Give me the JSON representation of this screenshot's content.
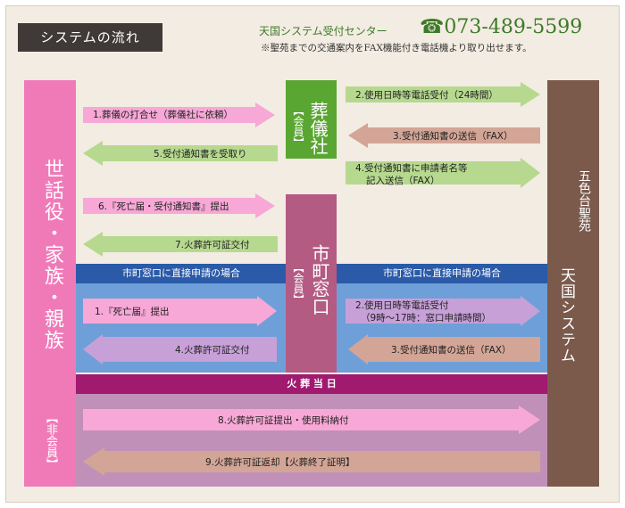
{
  "header": {
    "title": "システムの流れ",
    "center_name": "天国システム受付センター",
    "phone_icon": "telephone-icon",
    "phone": "073-489-5599",
    "note": "※聖苑までの交通案内をFAX機能付き電話機より取り出せます。"
  },
  "columns": {
    "family": {
      "title": "世話役・家族・親族",
      "sub": "【非会員】"
    },
    "funeral": {
      "title": "葬儀社",
      "sub": "【会員】"
    },
    "city": {
      "title": "市町窓口",
      "sub": "【会員】"
    },
    "crematorium": {
      "place": "五色台聖苑",
      "system": "天国システム"
    }
  },
  "bands": {
    "left": "市町窓口に直接申請の場合",
    "right": "市町窓口に直接申請の場合",
    "day": "火 葬 当 日"
  },
  "steps": {
    "s1": "1.葬儀の打合せ（葬儀社に依頼）",
    "s2": "2.使用日時等電話受付（24時間）",
    "s3": "3.受付通知書の送信（FAX）",
    "s4a": "4.受付通知書に申請者名等",
    "s4b": "記入送信（FAX）",
    "s5": "5.受付通知書を受取り",
    "s6": "6.『死亡届・受付通知書』提出",
    "s7": "7.火葬許可証交付",
    "c1": "1.『死亡届』提出",
    "c2a": "2.使用日時等電話受付",
    "c2b": "（9時～17時：窓口申請時間）",
    "c3": "3.受付通知書の送信（FAX）",
    "c4": "4.火葬許可証交付",
    "d8": "8.火葬許可証提出・使用料納付",
    "d9": "9.火葬許可証返却【火葬終了証明】"
  },
  "colors": {
    "pink": "#f7a8d6",
    "green": "#b6d98f",
    "peach": "#d3a596",
    "lavender": "#c7a0d8",
    "funeral_green": "#5aa632",
    "city_mauve": "#b45b84",
    "system_brown": "#7b5a4c",
    "family_pink": "#f07ab8",
    "blue_band": "#2a5aa8",
    "blue_zone": "#6f9fd8",
    "day_band": "#a01a70",
    "day_zone": "#c190b8"
  }
}
